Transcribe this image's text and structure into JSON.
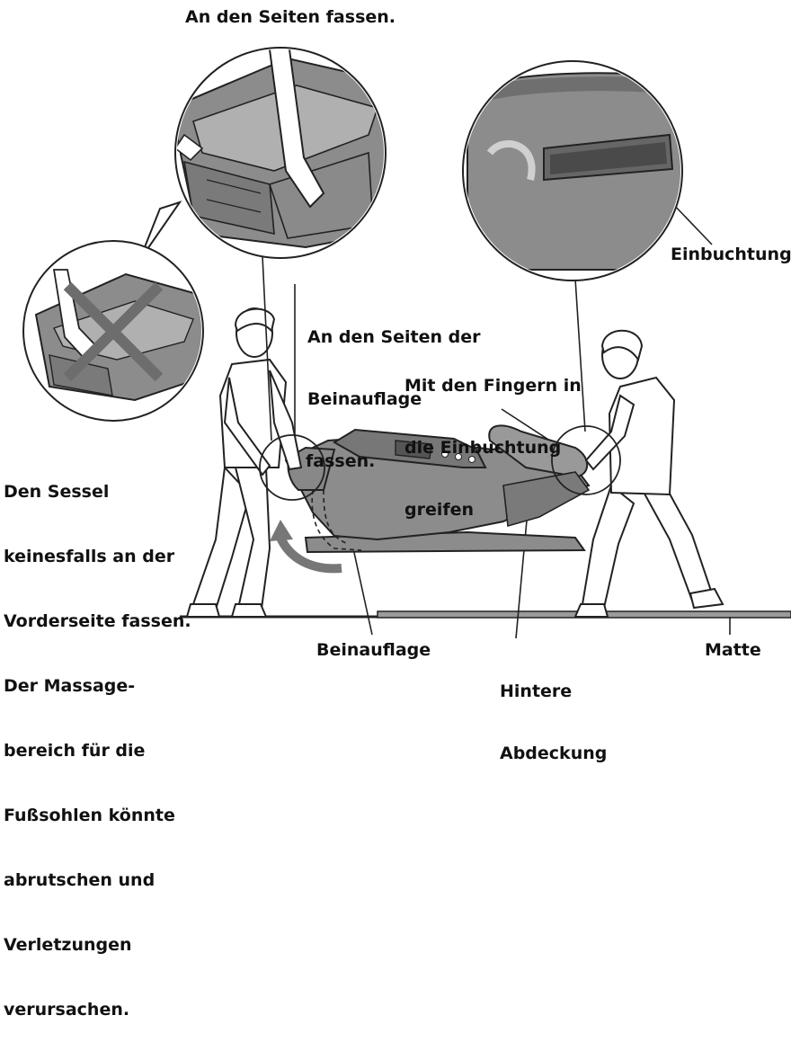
{
  "labels": {
    "grip_sides": "An den Seiten fassen.",
    "indentation": "Einbuchtung",
    "grip_legrest": [
      "An den Seiten der",
      "Beinauflage",
      "fassen."
    ],
    "fingers": [
      "Mit den Fingern in",
      "die Einbuchtung",
      "greifen"
    ],
    "warning": [
      "Den Sessel",
      "keinesfalls an der",
      "Vorderseite fassen.",
      "Der Massage-",
      "bereich für die",
      "Fußsohlen könnte",
      "abrutschen und",
      "Verletzungen",
      "verursachen."
    ],
    "legrest": "Beinauflage",
    "rear_cover": [
      "Hintere",
      "Abdeckung"
    ],
    "mat": "Matte"
  },
  "colors": {
    "chair": "#8c8c8c",
    "chair_dark": "#6f6f6f",
    "chair_light": "#b3b3b3",
    "cross": "#6d6d6d",
    "outline": "#222222"
  }
}
